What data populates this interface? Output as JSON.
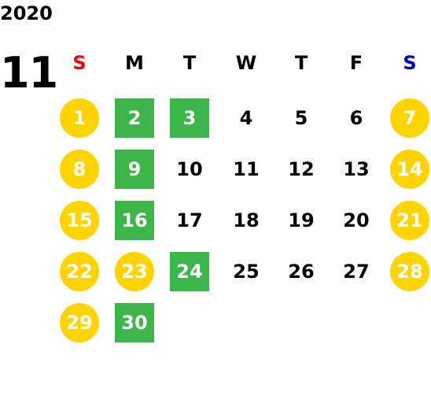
{
  "calendar": {
    "year": "2020",
    "month": "11",
    "weekdays": [
      {
        "label": "S",
        "color": "#ff0000"
      },
      {
        "label": "M",
        "color": "#000000"
      },
      {
        "label": "T",
        "color": "#000000"
      },
      {
        "label": "W",
        "color": "#000000"
      },
      {
        "label": "T",
        "color": "#000000"
      },
      {
        "label": "F",
        "color": "#000000"
      },
      {
        "label": "S",
        "color": "#0000cc"
      }
    ],
    "colors": {
      "holiday": "#ffd400",
      "highlight": "#3cb54b",
      "normal_text": "#000000",
      "marked_text": "#ffffff"
    },
    "days": [
      {
        "day": "1",
        "style": "holiday"
      },
      {
        "day": "2",
        "style": "highlight"
      },
      {
        "day": "3",
        "style": "highlight"
      },
      {
        "day": "4",
        "style": "normal"
      },
      {
        "day": "5",
        "style": "normal"
      },
      {
        "day": "6",
        "style": "normal"
      },
      {
        "day": "7",
        "style": "holiday"
      },
      {
        "day": "8",
        "style": "holiday"
      },
      {
        "day": "9",
        "style": "highlight"
      },
      {
        "day": "10",
        "style": "normal"
      },
      {
        "day": "11",
        "style": "normal"
      },
      {
        "day": "12",
        "style": "normal"
      },
      {
        "day": "13",
        "style": "normal"
      },
      {
        "day": "14",
        "style": "holiday"
      },
      {
        "day": "15",
        "style": "holiday"
      },
      {
        "day": "16",
        "style": "highlight"
      },
      {
        "day": "17",
        "style": "normal"
      },
      {
        "day": "18",
        "style": "normal"
      },
      {
        "day": "19",
        "style": "normal"
      },
      {
        "day": "20",
        "style": "normal"
      },
      {
        "day": "21",
        "style": "holiday"
      },
      {
        "day": "22",
        "style": "holiday"
      },
      {
        "day": "23",
        "style": "holiday"
      },
      {
        "day": "24",
        "style": "highlight"
      },
      {
        "day": "25",
        "style": "normal"
      },
      {
        "day": "26",
        "style": "normal"
      },
      {
        "day": "27",
        "style": "normal"
      },
      {
        "day": "28",
        "style": "holiday"
      },
      {
        "day": "29",
        "style": "holiday"
      },
      {
        "day": "30",
        "style": "highlight"
      }
    ]
  }
}
